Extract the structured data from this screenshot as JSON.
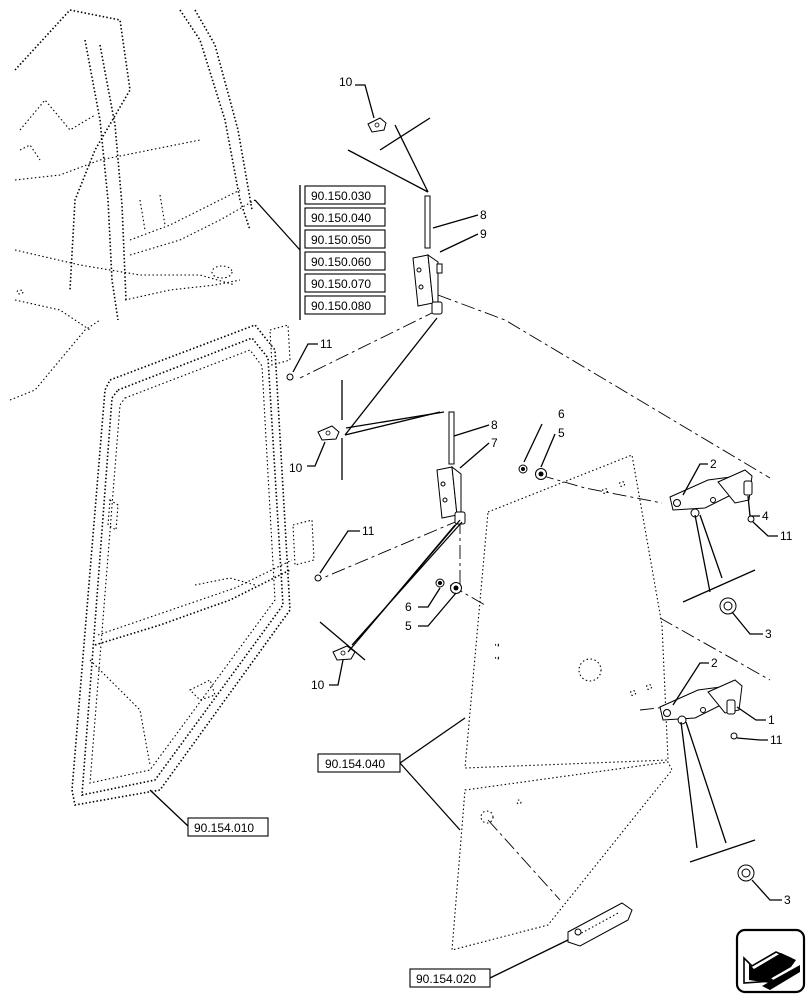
{
  "callouts": [
    {
      "id": "c10a",
      "label": "10"
    },
    {
      "id": "c8a",
      "label": "8"
    },
    {
      "id": "c9",
      "label": "9"
    },
    {
      "id": "c11a",
      "label": "11"
    },
    {
      "id": "c10b",
      "label": "10"
    },
    {
      "id": "c8b",
      "label": "8"
    },
    {
      "id": "c7",
      "label": "7"
    },
    {
      "id": "c6a",
      "label": "6"
    },
    {
      "id": "c5a",
      "label": "5"
    },
    {
      "id": "c11b",
      "label": "11"
    },
    {
      "id": "c6b",
      "label": "6"
    },
    {
      "id": "c5b",
      "label": "5"
    },
    {
      "id": "c10c",
      "label": "10"
    },
    {
      "id": "c2a",
      "label": "2"
    },
    {
      "id": "c4",
      "label": "4"
    },
    {
      "id": "c11c",
      "label": "11"
    },
    {
      "id": "c3a",
      "label": "3"
    },
    {
      "id": "c2b",
      "label": "2"
    },
    {
      "id": "c1",
      "label": "1"
    },
    {
      "id": "c11d",
      "label": "11"
    },
    {
      "id": "c3b",
      "label": "3"
    }
  ],
  "section_refs": [
    "90.150.030",
    "90.150.040",
    "90.150.050",
    "90.150.060",
    "90.150.070",
    "90.150.080"
  ],
  "assembly_refs": {
    "door_frame": "90.154.010",
    "glass_panel": "90.154.040",
    "handle": "90.154.020"
  },
  "nav_icon": "next-page-arrow-icon"
}
